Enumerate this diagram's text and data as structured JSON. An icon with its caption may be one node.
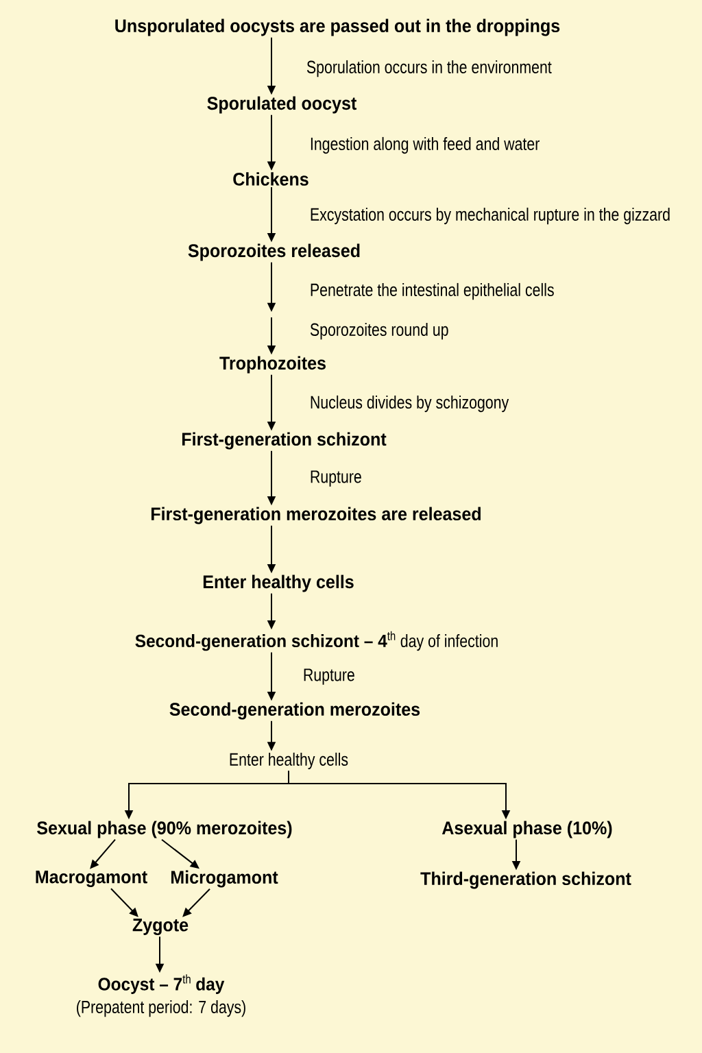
{
  "diagram": {
    "nodes": [
      {
        "text": [
          "Unsporulated oocysts are passed out in the droppings"
        ]
      },
      {
        "text": [
          "Sporulated oocyst"
        ]
      },
      {
        "text": [
          "Chickens"
        ]
      },
      {
        "text": [
          "Sporozoites released"
        ]
      },
      {
        "text": [
          "Trophozoites"
        ]
      },
      {
        "text": [
          "First-generation schizont"
        ]
      },
      {
        "text": [
          "First-generation merozoites are released"
        ]
      },
      {
        "text": [
          "Enter healthy cells"
        ]
      },
      {
        "text": [
          "**Second-generation schizont – 4**$^{th}$ day of infection"
        ]
      },
      {
        "text": [
          "Second-generation merozoites"
        ]
      },
      {
        "text": [
          "Enter healthy cells"
        ]
      },
      {
        "text": [
          "Sexual phase (90% merozoites)"
        ]
      },
      {
        "text": [
          "Asexual phase (10%)"
        ]
      },
      {
        "text": [
          "Macrogamont"
        ]
      },
      {
        "text": [
          "Microgamont"
        ]
      },
      {
        "text": [
          "Third-generation schizont"
        ]
      },
      {
        "text": [
          "Zygote"
        ]
      },
      {
        "text": [
          "**Oocyst – 7**$^{th}$ **day**",
          "(Prepatent period: 7 days)"
        ]
      }
    ],
    "edges": [
      {
        "from": 0,
        "to": 1,
        "arrow": "to",
        "label": "Sporulation occurs in the environment"
      },
      {
        "from": 1,
        "to": 2,
        "arrow": "to",
        "label": "Ingestion along with feed and water"
      },
      {
        "from": 2,
        "to": 3,
        "arrow": "to",
        "label": "Excystation occurs by mechanical rupture in the gizzard"
      },
      {
        "from": 3,
        "to": null,
        "arrow": "to",
        "label": "Penetrate the intestinal epithelial cells"
      },
      {
        "from": null,
        "to": 4,
        "arrow": "to",
        "label": "Sporozoites round up"
      },
      {
        "from": 4,
        "to": 5,
        "arrow": "to",
        "label": "Nucleus divides by schizogony"
      },
      {
        "from": 5,
        "to": 6,
        "arrow": "to",
        "label": "Rupture"
      },
      {
        "from": 6,
        "to": 7,
        "arrow": "to"
      },
      {
        "from": 7,
        "to": 8,
        "arrow": "to"
      },
      {
        "from": 8,
        "to": 9,
        "arrow": "to",
        "label": "Rupture"
      },
      {
        "from": 9,
        "to": 10,
        "arrow": "to"
      },
      {
        "from": 10,
        "to": 11,
        "arrow": "to"
      },
      {
        "from": 10,
        "to": 12,
        "arrow": "to"
      },
      {
        "from": 11,
        "to": 13,
        "arrow": "to"
      },
      {
        "from": 11,
        "to": 14,
        "arrow": "to"
      },
      {
        "from": 12,
        "to": 15,
        "arrow": "to"
      },
      {
        "from": 13,
        "to": 16,
        "arrow": "to"
      },
      {
        "from": 14,
        "to": 16,
        "arrow": "to"
      },
      {
        "from": 16,
        "to": 17,
        "arrow": "to"
      }
    ]
  }
}
